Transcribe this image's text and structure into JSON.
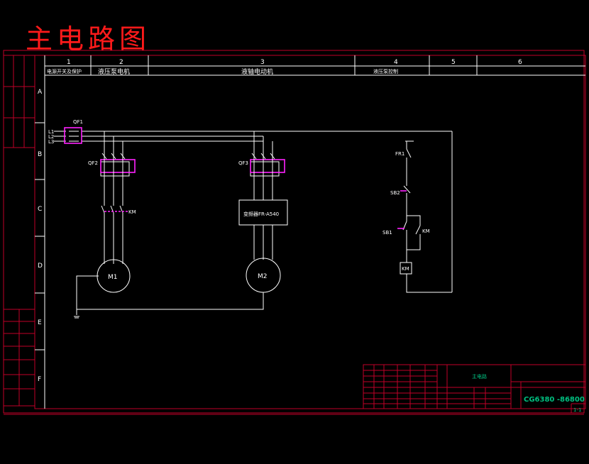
{
  "title": "主电路图",
  "columns": [
    "1",
    "2",
    "3",
    "4",
    "5",
    "6"
  ],
  "rows": [
    "A",
    "B",
    "C",
    "D",
    "E",
    "F"
  ],
  "sections": {
    "power_switch": "电源开关及保护",
    "hydraulic_motor": "液压泵电机",
    "spindle_motor": "液轴电动机",
    "control": "液压泵控制"
  },
  "components": {
    "qf1": "QF1",
    "qf2": "QF2",
    "qf3": "QF3",
    "km": "KM",
    "km_coil": "KM",
    "km_aux": "KM",
    "m1": "M1",
    "m2": "M2",
    "inverter": "变频器FR-A540",
    "fr1": "FR1",
    "sb2": "SB2",
    "sb1": "SB1",
    "l1": "L1",
    "l2": "L2",
    "l3": "L3"
  },
  "title_block": {
    "name": "主电路",
    "drawing_no": "CG6380 -86800",
    "sheet": "1-1"
  },
  "colors": {
    "frame": "#c00028",
    "wire": "#ffffff",
    "breaker": "#ff22ff",
    "annotation": "#00c080",
    "title": "#ff1a1a"
  }
}
